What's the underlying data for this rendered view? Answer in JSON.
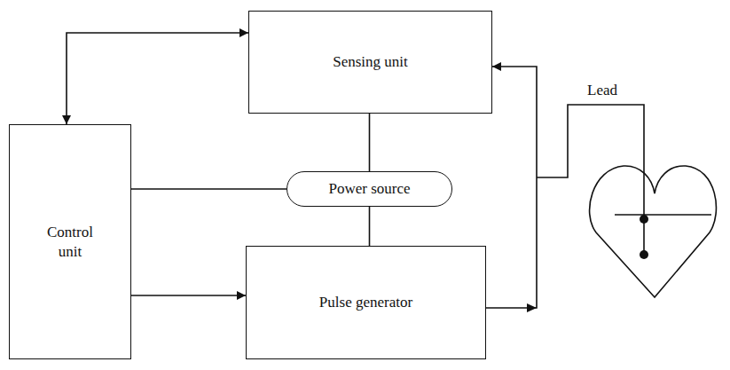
{
  "diagram": {
    "nodes": [
      {
        "text": [
          "Sensing unit"
        ]
      },
      {
        "text": [
          "Control unit"
        ]
      },
      {
        "text": [
          "Power source"
        ]
      },
      {
        "text": [
          "Pulse generator"
        ]
      }
    ],
    "edges": [
      {
        "from": 0,
        "to": 1,
        "arrow": "both"
      },
      {
        "from": 1,
        "to": 2,
        "arrow": "none"
      },
      {
        "from": 2,
        "to": 0,
        "arrow": "none"
      },
      {
        "from": 2,
        "to": 3,
        "arrow": "none"
      },
      {
        "from": 1,
        "to": 3,
        "arrow": "to"
      },
      {
        "from": 3,
        "to": 0,
        "arrow": "to"
      }
    ],
    "labels": [
      "Lead"
    ]
  }
}
